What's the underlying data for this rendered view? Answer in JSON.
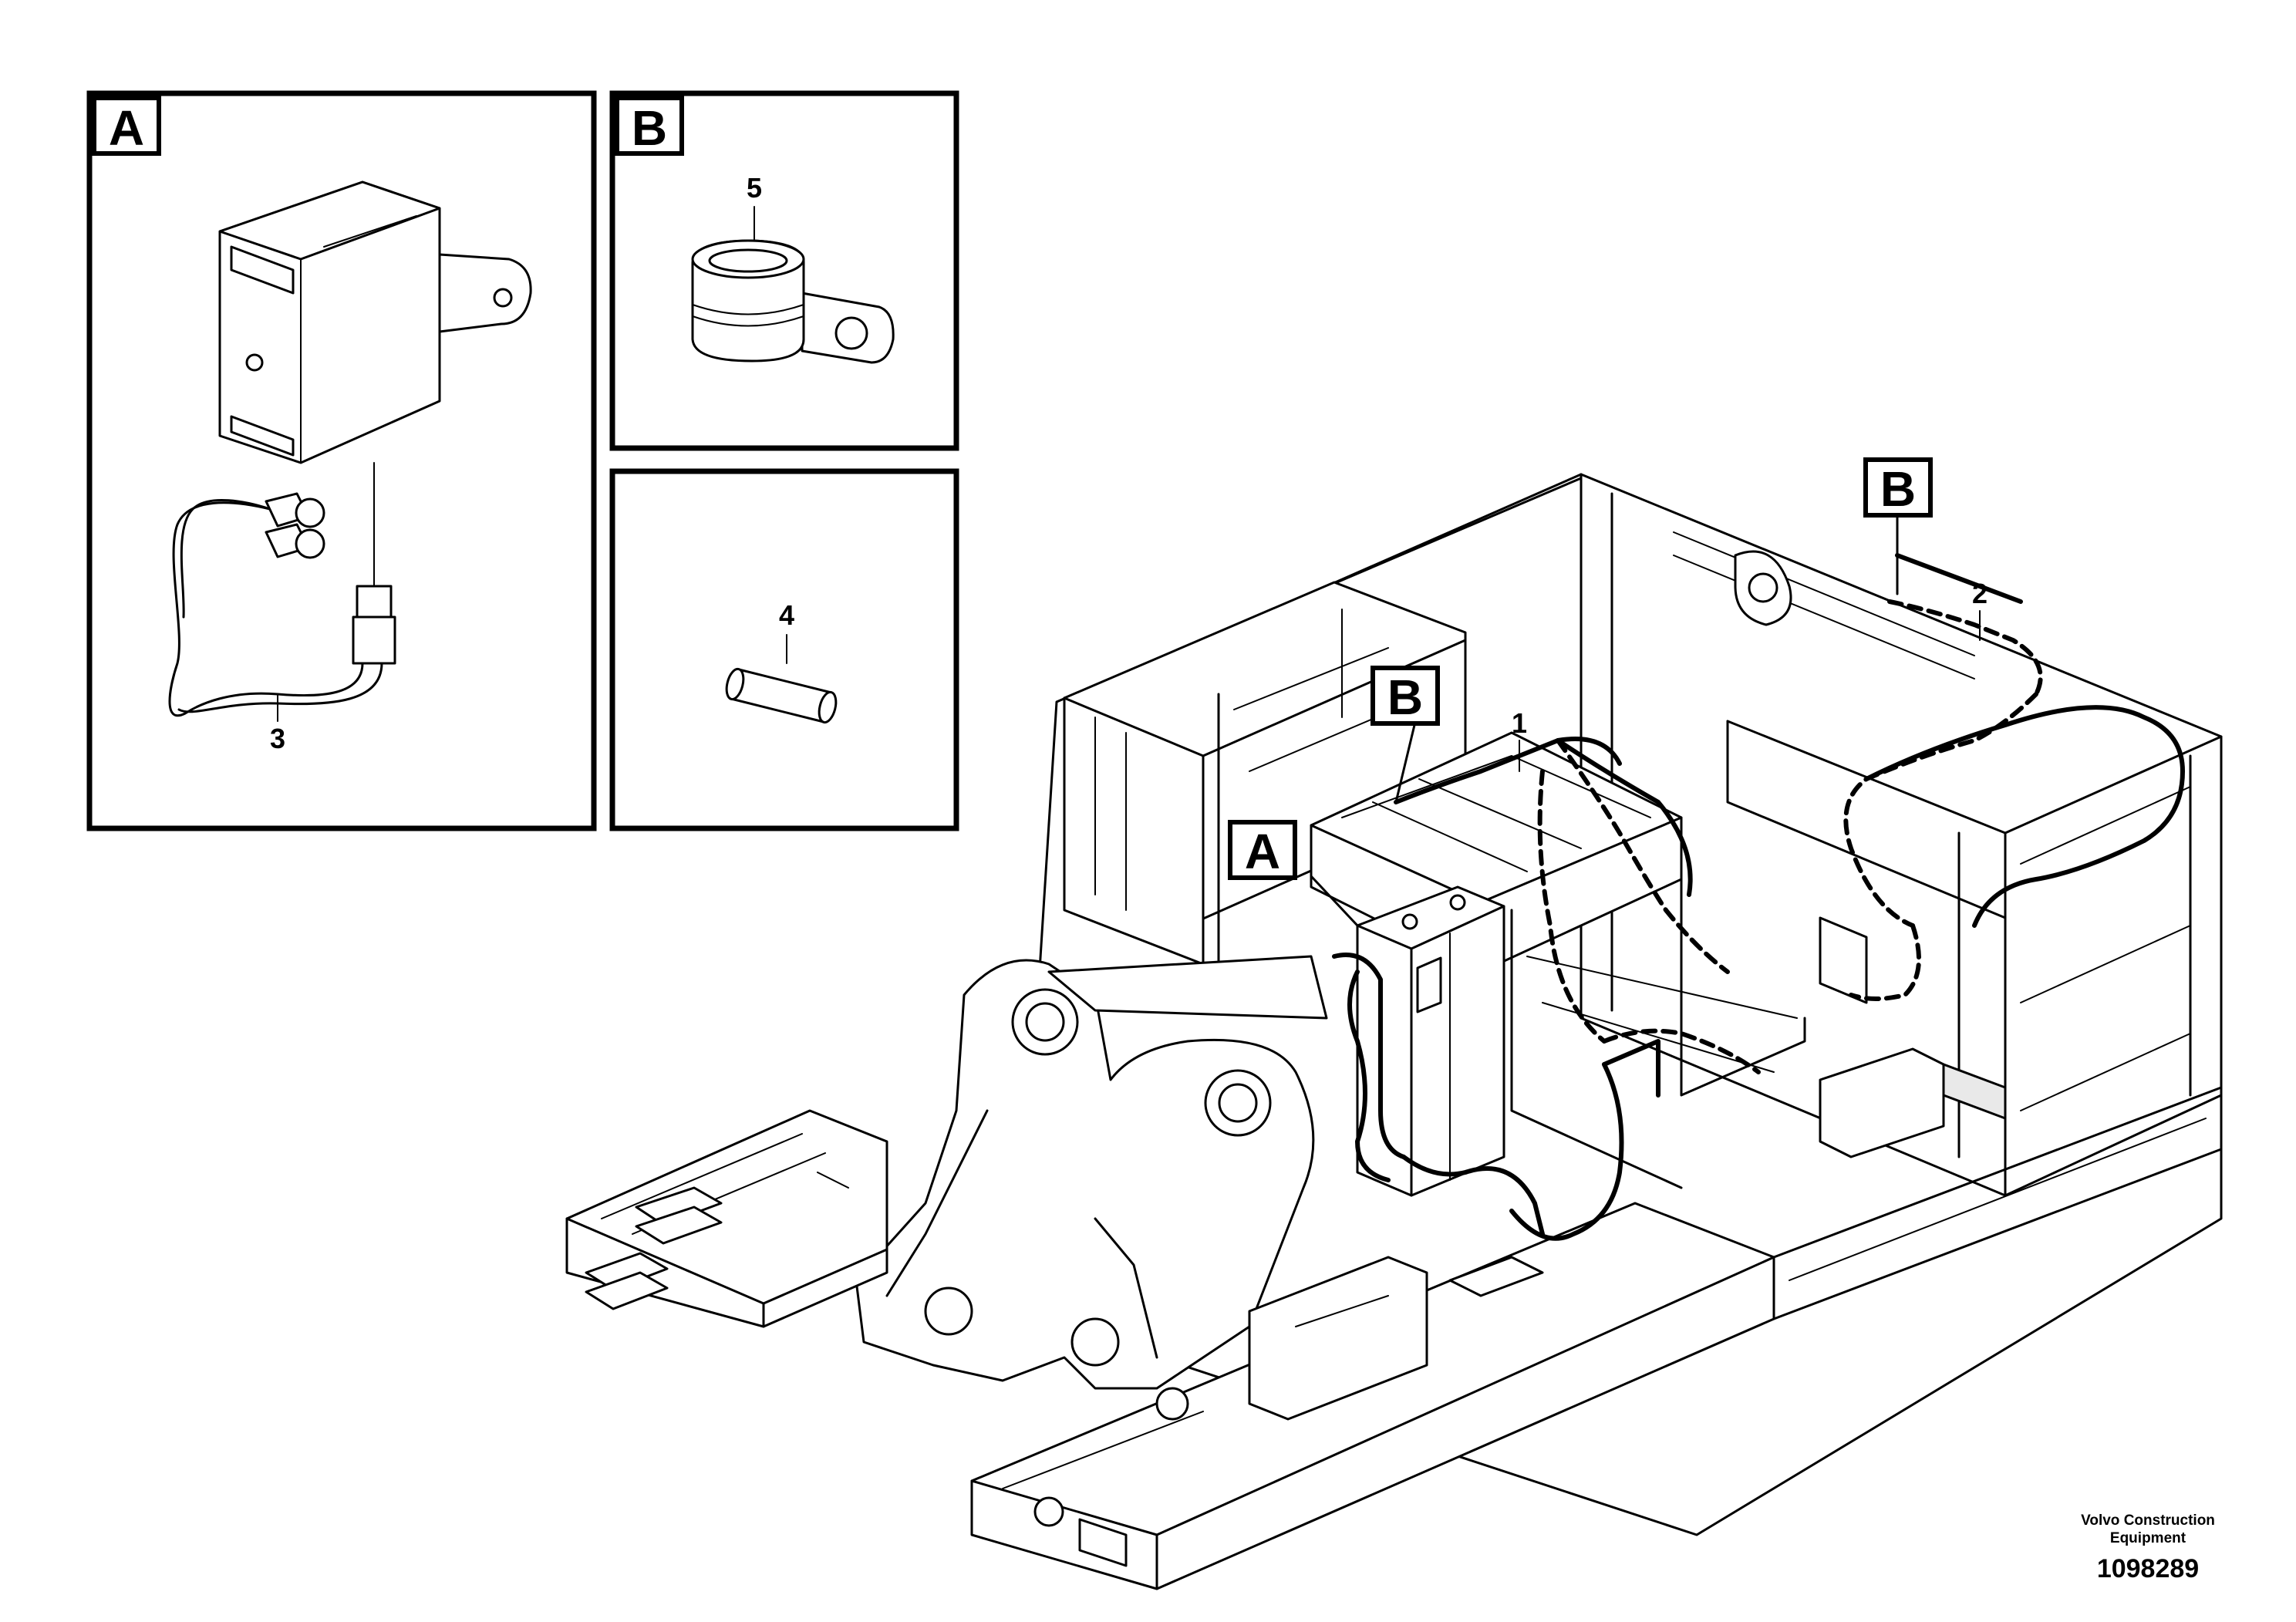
{
  "detail_views": {
    "A": {
      "letter": "A",
      "part_number": "3"
    },
    "B": {
      "letter": "B",
      "part_number": "5"
    },
    "C": {
      "part_number": "4"
    }
  },
  "main_view": {
    "callouts": {
      "tag_a": "A",
      "tag_b_left": "B",
      "tag_b_right": "B"
    },
    "part_numbers": {
      "harness_1": "1",
      "harness_2": "2"
    }
  },
  "footer": {
    "company_line1": "Volvo Construction",
    "company_line2": "Equipment",
    "drawing_number": "1098289"
  }
}
